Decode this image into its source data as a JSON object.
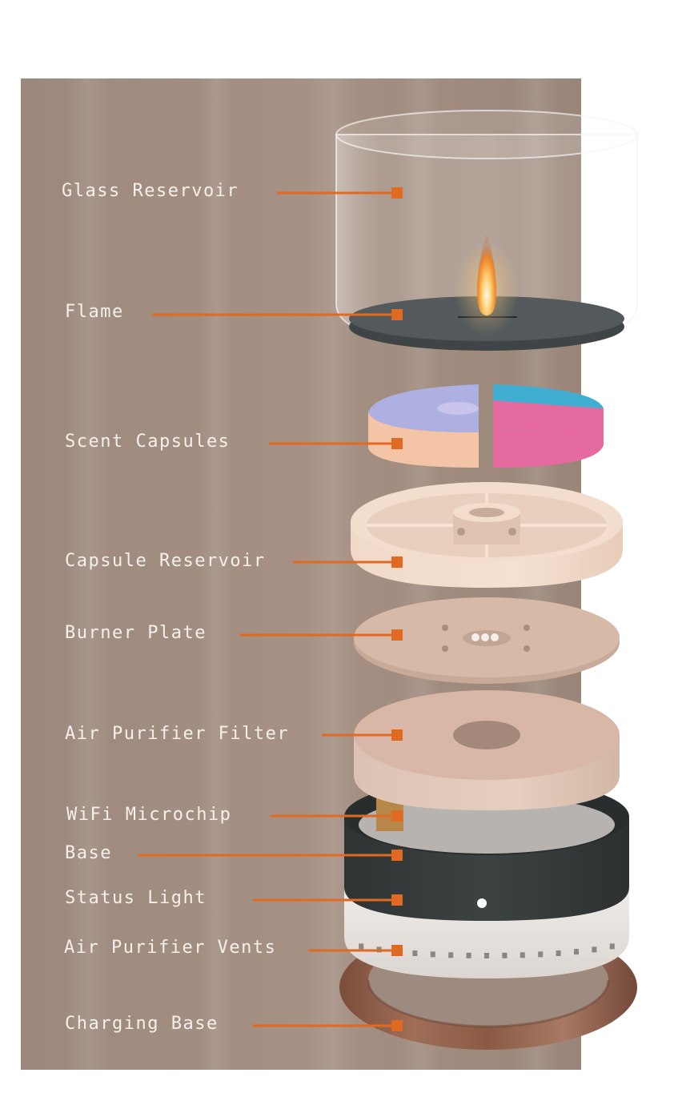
{
  "colors": {
    "background_panel": "#9e8a7e",
    "accent": "#e06a22",
    "label_text": "#f4f0ec"
  },
  "diagram": {
    "components": [
      {
        "id": "glass-reservoir",
        "label": "Glass Reservoir",
        "icon": "glass-cylinder"
      },
      {
        "id": "flame",
        "label": "Flame",
        "icon": "candle-flame"
      },
      {
        "id": "scent-capsules",
        "label": "Scent Capsules",
        "icon": "capsule-quadrants",
        "capsule_colors": [
          "#aeb0e2",
          "#3faed0",
          "#f4c4a6",
          "#e46aa0"
        ]
      },
      {
        "id": "capsule-reservoir",
        "label": "Capsule Reservoir",
        "icon": "segmented-tray"
      },
      {
        "id": "burner-plate",
        "label": "Burner Plate",
        "icon": "perforated-disc"
      },
      {
        "id": "air-purifier-filter",
        "label": "Air Purifier Filter",
        "icon": "filter-disc"
      },
      {
        "id": "wifi-microchip",
        "label": "WiFi Microchip",
        "icon": "microchip"
      },
      {
        "id": "base",
        "label": "Base",
        "icon": "dark-ring-base"
      },
      {
        "id": "status-light",
        "label": "Status Light",
        "icon": "status-dot"
      },
      {
        "id": "air-purifier-vents",
        "label": "Air Purifier Vents",
        "icon": "vented-ring"
      },
      {
        "id": "charging-base",
        "label": "Charging Base",
        "icon": "wood-ring"
      }
    ]
  }
}
